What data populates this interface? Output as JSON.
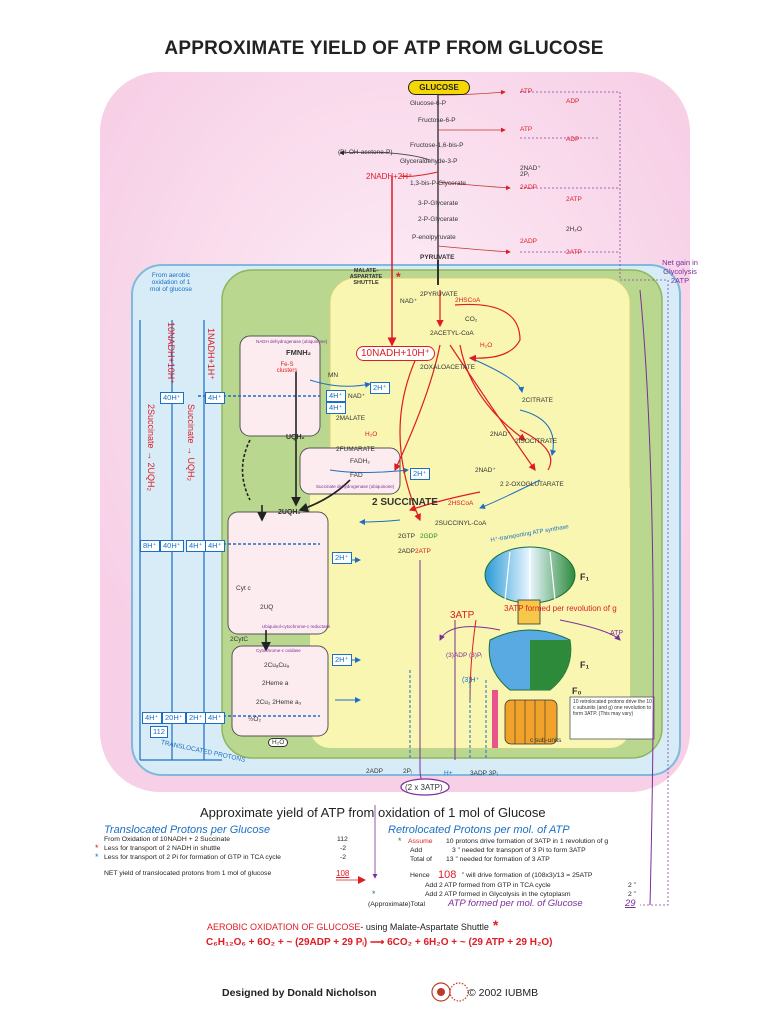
{
  "title": "APPROXIMATE YIELD OF ATP  FROM GLUCOSE",
  "glycolysis": {
    "glucose": "GLUCOSE",
    "steps": [
      "Glucose-6-P",
      "Fructose-6-P",
      "Fructose-1,6-bis-P",
      "Glyceraldehyde-3-P",
      "1,3-bis-P-Glycerate",
      "3-P-Glycerate",
      "2-P-Glycerate",
      "P-enolpyruvate",
      "PYRUVATE"
    ],
    "dhap": "(DI-OH-acetone-P)",
    "nadh": "2NADH+2H⁺",
    "nad_in": "2NAD⁺",
    "pi_in": "2Pᵢ",
    "atp_in_1": "ATP",
    "adp_out_1": "ADP",
    "atp_in_2": "ATP",
    "adp_out_2": "ADP",
    "adp_in_3": "2ADP",
    "atp_out_3": "2ATP",
    "h2o_out": "2H₂O",
    "adp_in_4": "2ADP",
    "atp_out_4": "2ATP",
    "net_gain": "Net gain in Glycolysis 2ATP"
  },
  "shuttle": "MALATE-ASPARTATE SHUTTLE",
  "mito": {
    "pyruvate2": "2PYRUVATE",
    "nad": "NAD⁺",
    "hscoa": "2HSCoA",
    "co2": "CO₂",
    "acetylcoa": "2ACETYL-CoA",
    "nadh10": "10NADH+10H⁺",
    "oxaloacetate": "2OXALOACETATE",
    "citrate": "2CITRATE",
    "isocitrate": "2ISOCITRATE",
    "oxoglutarate": "2 2-OXOGLUTARATE",
    "succinylcoa": "2SUCCINYL-CoA",
    "succinate": "2 SUCCINATE",
    "fumarate": "2FUMARATE",
    "malate": "2MALATE",
    "nadh_ic": "2NAD⁺",
    "nadh_og": "2NAD⁺",
    "hscoa2": "2HSCoA",
    "h2o_a": "H₂O",
    "h2o_b": "H₂O",
    "gtp": "2GTP",
    "gdp": "2GDP",
    "adp": "2ADP",
    "atp": "2ATP"
  },
  "chain": {
    "fmn": "FMNH₂",
    "mn": "MN",
    "fes": "Fe-S clusters",
    "nadc": "NAD⁺",
    "uqh2": "UQH₂",
    "fadh": "FADH₂",
    "fad": "FAD",
    "uqh2_b": "2UQH₂",
    "uq": "2UQ",
    "cytc": "Cyt c",
    "cytc2": "2CytC",
    "cua": "2CuₐCuₐ",
    "heme_a": "2Heme a",
    "heme_a3": "2Cu₂ 2Heme a₃",
    "o2": "½O₂",
    "h2o": "H₂O",
    "complex1_name": "NADH dehydrogenase (ubiquinone)",
    "complex2_name": "Succinate dehydrogenase (ubiquinone)",
    "complex3_name": "Ubiquinol-cytochrome-c reductase",
    "complex4_name": "Cytochrome-c oxidase"
  },
  "protons": {
    "h2_a": "2H⁺",
    "h2_b": "2H⁺",
    "h4_a": "4H⁺",
    "h4_b": "4H⁺",
    "h40": "40H⁺",
    "h8": "8H⁺",
    "h40_b": "40H⁺",
    "h4_c": "4H⁺",
    "h4_d": "4H⁺",
    "h20": "20H⁺",
    "h2_c": "2H⁺",
    "h2_d": "2H⁺",
    "h4_e": "4H⁺",
    "total": "112",
    "translocated_label": "TRANSLOCATED PROTONS",
    "from_oxidation": "From aerobic oxidation of 1 mol of glucose",
    "vertical_1": "10NADH+10H⁺",
    "vertical_2": "1NADH+1H⁺",
    "vertical_3": "2Succinate → 2UQH₂",
    "vertical_4": "Succinate → UQH₂"
  },
  "atp_synthase": {
    "label": "H⁺-transporting ATP synthase",
    "f1": "F₁",
    "f0": "F₀",
    "atp3": "3ATP",
    "formed": "3ATP formed per revolution of g",
    "note": "10 retrolocated protons drive the 10 c subunits (and g) one revolution to form 3ATP. (This may vary)",
    "c_sub": "c sub-units",
    "adp_pi": "(3)ADP (3)Pᵢ",
    "h3": "(3)H⁺",
    "atp_rot": "ATP",
    "bottom_adp": "2ADP",
    "bottom_pi": "2Pᵢ",
    "bottom_atp": "(2 x 3ATP)",
    "bottom_h": "H+",
    "bottom_adp2": "3ADP 3Pᵢ"
  },
  "yield": {
    "heading": "Approximate yield of ATP from oxidation of 1 mol of Glucose",
    "translocated_heading": "Translocated Protons per Glucose",
    "retro_heading": "Retrolocated Protons per mol. of ATP",
    "rows": [
      {
        "label": "From Oxidation of 10NADH + 2 Succinate",
        "value": "112"
      },
      {
        "label": "Less for transport of 2 NADH in shuttle",
        "value": "-2"
      },
      {
        "label": "Less for transport of 2 Pi for formation of GTP in TCA cycle",
        "value": "-2"
      },
      {
        "label": "NET yield  of translocated protons from 1 mol of glucose",
        "value": "108"
      }
    ],
    "retro_rows": [
      {
        "a": "Assume",
        "b": "10 protons drive formation of 3ATP in 1 revolution of g"
      },
      {
        "a": "Add",
        "b": "3     ”    needed for transport of 3 Pi to form 3ATP"
      },
      {
        "a": "Total of",
        "b": "13     ”    needed for formation of 3 ATP"
      }
    ],
    "hence": "Hence",
    "hence_val": "108",
    "hence_text": "”   will drive formation of  (108x3)/13  =  25ATP",
    "add_1": "Add     2 ATP formed from GTP in TCA cycle",
    "add_1_val": "2 ”",
    "add_2": "Add     2 ATP formed in Glycolysis in the cytoplasm",
    "add_2_val": "2 ”",
    "approx_total": "(Approximate)Total",
    "formed_per": "ATP formed per mol. of Glucose",
    "formed_val": "29"
  },
  "footer": {
    "aerobic": "AEROBIC OXIDATION OF GLUCOSE",
    "aerobic_suffix": "- using Malate-Aspartate Shuttle",
    "equation": "C₆H₁₂O₆ + 6O₂ + ~ (29ADP + 29 Pᵢ)  ⟶  6CO₂ + 6H₂O + ~ (29 ATP + 29 H₂O)",
    "credit": "Designed by Donald Nicholson",
    "copyright": "© 2002 IUBMB"
  },
  "colors": {
    "outer_pink": "#fbe1f0",
    "mito_blue": "#cfe8f6",
    "mito_green": "#b7d68c",
    "matrix_yellow": "#f8f6ae",
    "red": "#e01b24",
    "blue": "#1c6fc4",
    "purple": "#7b2e9a"
  }
}
